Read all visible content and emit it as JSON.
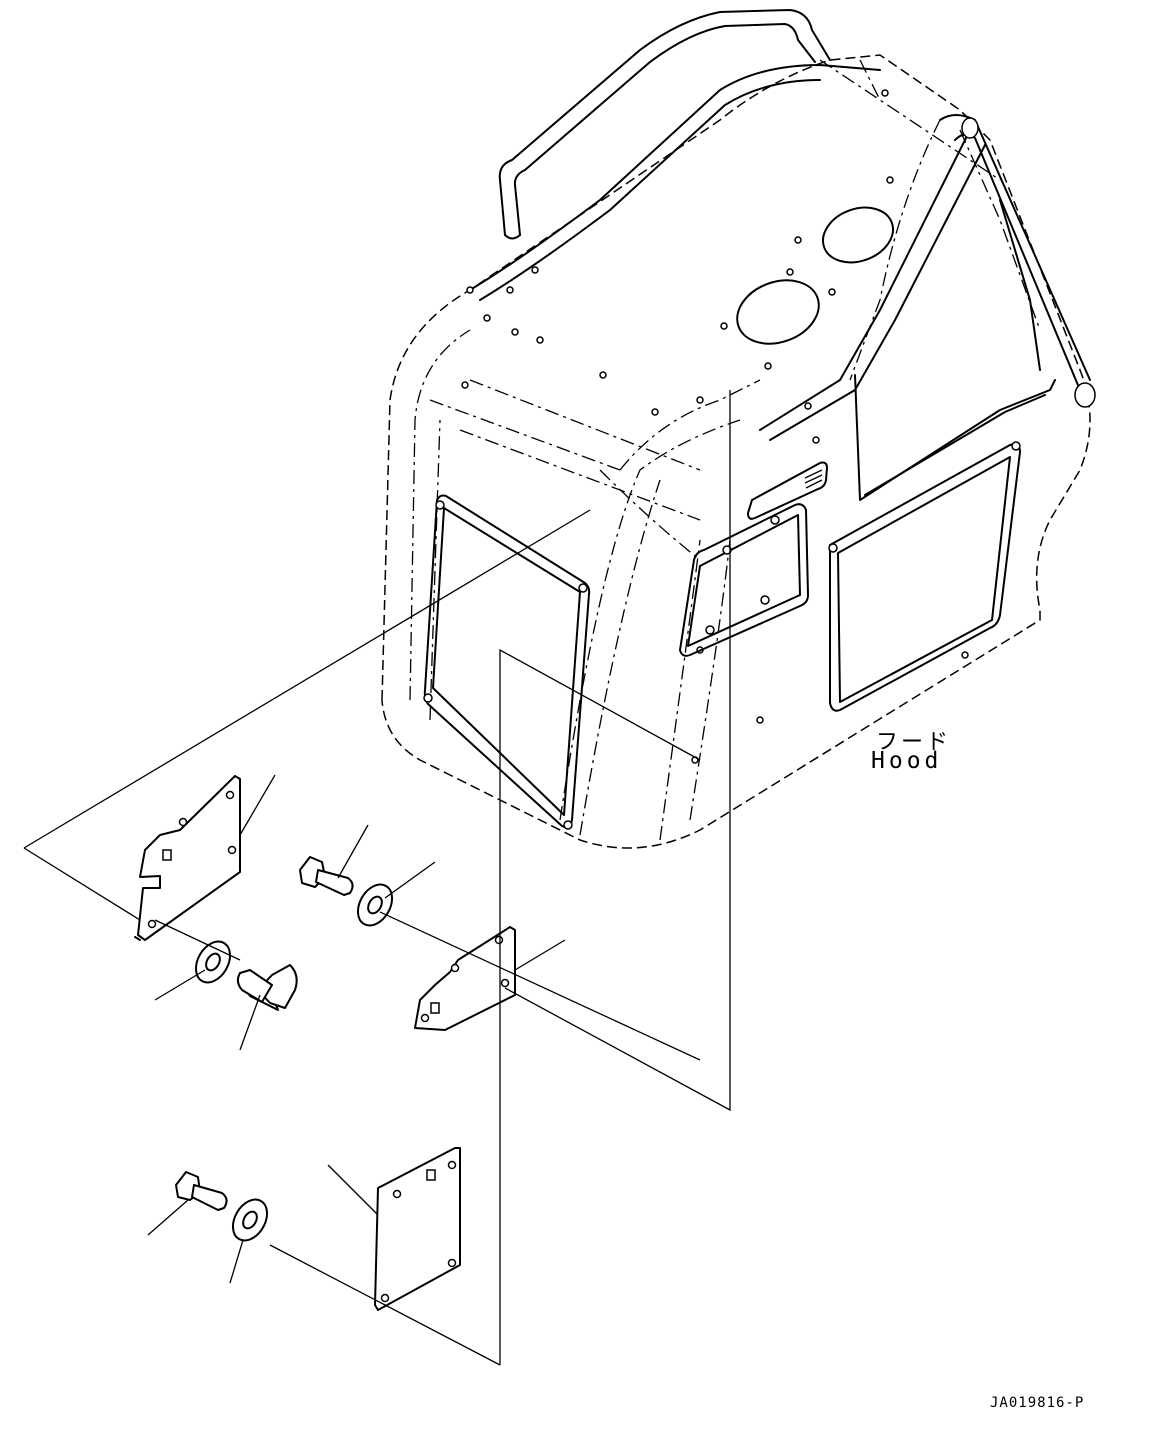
{
  "hood_label": {
    "japanese": "フード",
    "english": "Hood"
  },
  "drawing_number": "JA019816-P"
}
